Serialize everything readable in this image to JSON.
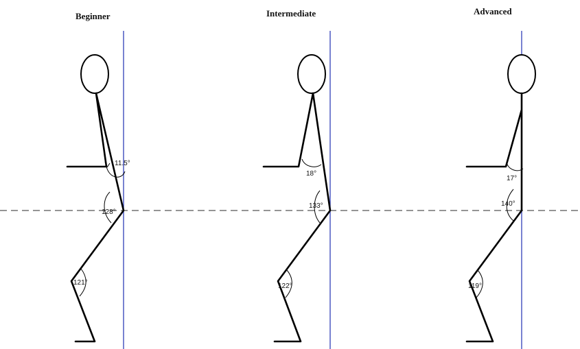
{
  "panels": [
    {
      "title": "Beginner",
      "angles": {
        "arm": "11.5°",
        "hip": "128°",
        "knee": "121°"
      }
    },
    {
      "title": "Intermediate",
      "angles": {
        "arm": "18°",
        "hip": "133°",
        "knee": "122°"
      }
    },
    {
      "title": "Advanced",
      "angles": {
        "arm": "17°",
        "hip": "140°",
        "knee": "119°"
      }
    }
  ],
  "colors": {
    "plumb_line": "#2f3fb8",
    "figure": "#000000",
    "reference_line": "#555555"
  }
}
